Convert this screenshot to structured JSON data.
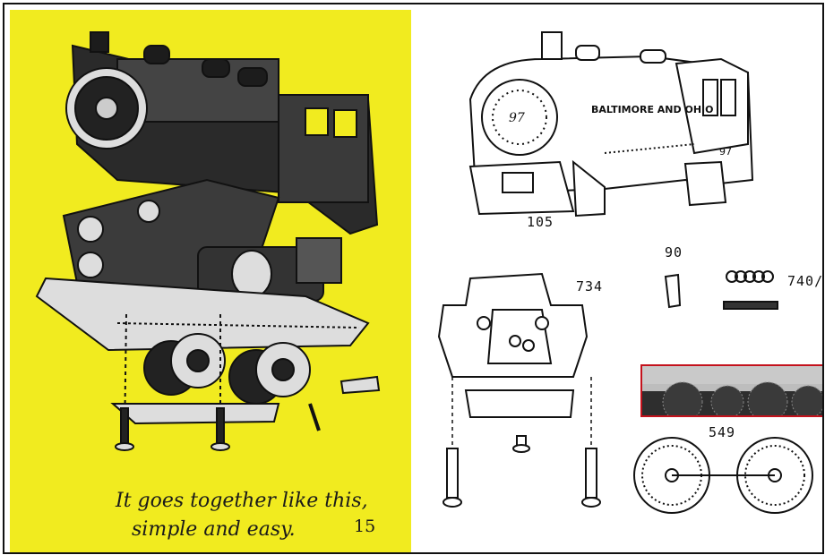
{
  "left_page": {
    "caption_line1": "It goes together like this,",
    "caption_line2": "simple and easy.",
    "page_number": "15"
  },
  "right_page": {
    "locomotive": {
      "road_name": "BALTIMORE AND OHIO",
      "number": "97",
      "part_number": "105"
    },
    "parts": {
      "screw": "90",
      "springs": "740/",
      "truck": "734",
      "wheelset": "549"
    }
  },
  "colors": {
    "yellow_page": "#f1eb1f",
    "inset_border": "#c4121c",
    "ink": "#111111"
  }
}
